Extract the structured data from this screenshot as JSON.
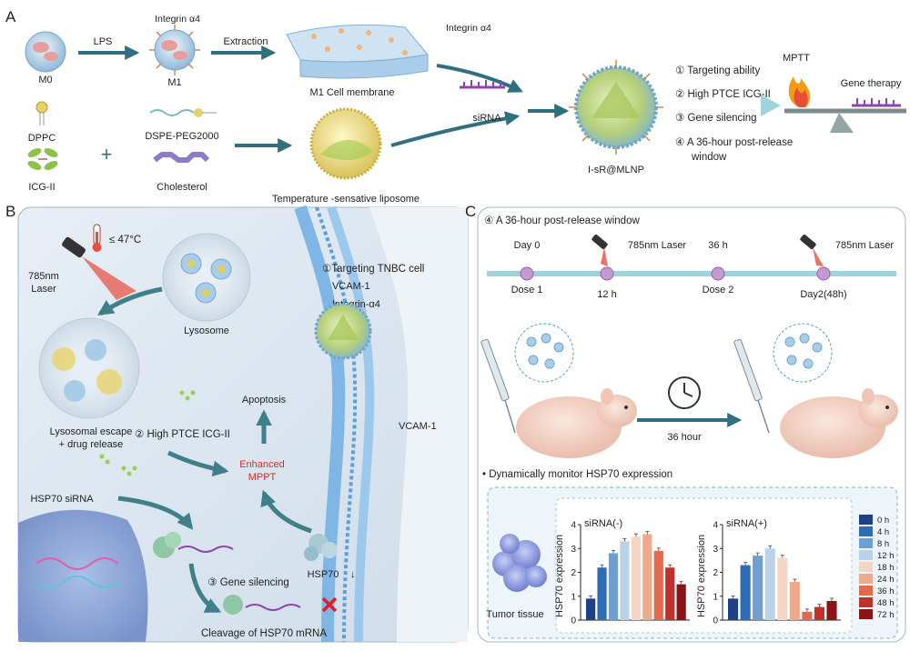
{
  "panel_a": {
    "letter": "A",
    "m0": "M0",
    "lps": "LPS",
    "integrin_top": "Integrin α4",
    "m1": "M1",
    "extraction": "Extraction",
    "membrane_integrin": "Integrin α4",
    "m1_membrane": "M1 Cell membrane",
    "dppc": "DPPC",
    "dspe": "DSPE-PEG2000",
    "icg": "ICG-II",
    "plus": "+",
    "cholesterol": "Cholesterol",
    "liposome": "Temperature -sensative liposome",
    "sirna": "siRNA",
    "nanoparticle": "I-sR@MLNP",
    "features": [
      "① Targeting ability",
      "② High PTCE ICG-II",
      "③ Gene silencing",
      "④ A 36-hour post-release",
      "window"
    ],
    "mptt": "MPTT",
    "gene_therapy": "Gene therapy"
  },
  "panel_b": {
    "letter": "B",
    "temp": "≤ 47°C",
    "laser_1": "785nm",
    "laser_2": "Laser",
    "lysosome": "Lysosome",
    "escape_1": "Lysosomal escape",
    "escape_2": "+ drug release",
    "targeting": "①Targeting TNBC cell",
    "vcam_1": "VCAM-1",
    "integrin": "Integrin-α4",
    "apoptosis": "Apoptosis",
    "ptce": "② High PTCE ICG-II",
    "enhanced_1": "Enhanced",
    "enhanced_2": "MPPT",
    "vcam_2": "VCAM-1",
    "hsp70_sirna": "HSP70 siRNA",
    "gene_silencing": "③ Gene silencing",
    "hsp70": "HSP70",
    "down_arrow": "↓",
    "cleavage": "Cleavage of HSP70 mRNA"
  },
  "panel_c": {
    "letter": "C",
    "title": "④ A 36-hour post-release window",
    "timeline": {
      "day0": "Day 0",
      "laser1": "785nm Laser",
      "h36": "36 h",
      "laser2": "785nm Laser",
      "dose1": "Dose 1",
      "h12": "12 h",
      "dose2": "Dose 2",
      "day2": "Day2(48h)"
    },
    "hour_label": "36 hour",
    "monitor": "• Dynamically monitor HSP70 expression",
    "tumor": "Tumor tissue"
  },
  "chart_data": [
    {
      "type": "bar",
      "title": "siRNA(-)",
      "ylabel": "HSP70 expression",
      "ylim": [
        0,
        4
      ],
      "yticks": [
        "0",
        "1",
        "2",
        "3",
        "4"
      ],
      "categories": [
        "0 h",
        "4 h",
        "8 h",
        "12 h",
        "18 h",
        "24 h",
        "36 h",
        "48 h",
        "72 h"
      ],
      "values": [
        0.9,
        2.2,
        2.8,
        3.3,
        3.5,
        3.6,
        2.9,
        2.2,
        1.5
      ],
      "colors": [
        "#1f3f86",
        "#2f6cb6",
        "#6e9fd0",
        "#b9d2ea",
        "#f3d6c6",
        "#eeaa8c",
        "#e06a4e",
        "#c0312b",
        "#8b1416"
      ]
    },
    {
      "type": "bar",
      "title": "siRNA(+)",
      "ylabel": "HSP70 expression",
      "ylim": [
        0,
        4
      ],
      "yticks": [
        "0",
        "1",
        "2",
        "3",
        "4"
      ],
      "categories": [
        "0 h",
        "4 h",
        "8 h",
        "12 h",
        "18 h",
        "24 h",
        "36 h",
        "48 h",
        "72 h"
      ],
      "values": [
        0.9,
        2.3,
        2.7,
        3.0,
        2.6,
        1.6,
        0.35,
        0.55,
        0.8
      ],
      "colors": [
        "#1f3f86",
        "#2f6cb6",
        "#6e9fd0",
        "#b9d2ea",
        "#f3d6c6",
        "#eeaa8c",
        "#e06a4e",
        "#c0312b",
        "#8b1416"
      ]
    }
  ],
  "legend": {
    "labels": [
      "0 h",
      "4 h",
      "8 h",
      "12 h",
      "18 h",
      "24 h",
      "36 h",
      "48 h",
      "72 h"
    ],
    "colors": [
      "#1f3f86",
      "#2f6cb6",
      "#6e9fd0",
      "#b9d2ea",
      "#f3d6c6",
      "#eeaa8c",
      "#e06a4e",
      "#c0312b",
      "#8b1416"
    ]
  }
}
